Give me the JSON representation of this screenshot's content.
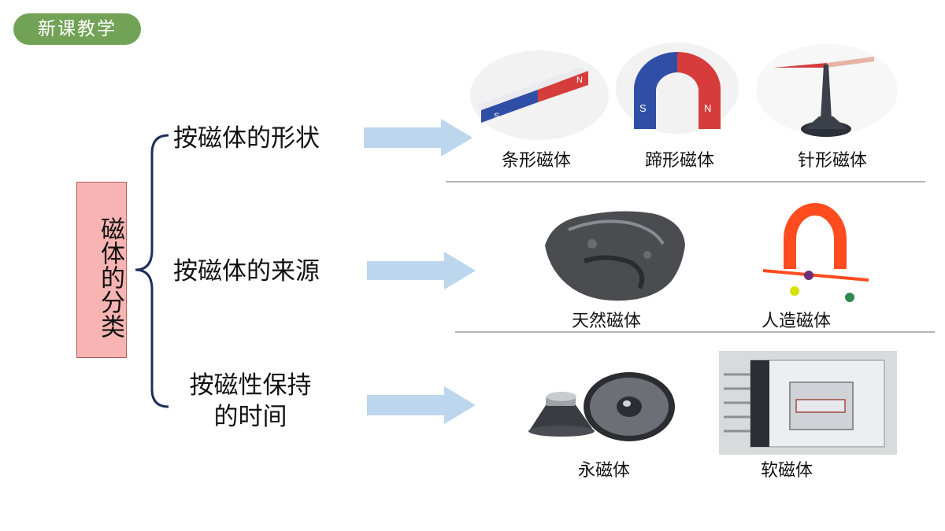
{
  "badge": {
    "label": "新课教学"
  },
  "root": {
    "label": "磁体的分类"
  },
  "branches": [
    {
      "label": "按磁体的形状"
    },
    {
      "label": "按磁体的来源"
    },
    {
      "label_line1": "按磁性保持",
      "label_line2": "的时间"
    }
  ],
  "items": {
    "bar_magnet": "条形磁体",
    "horseshoe_magnet": "蹄形磁体",
    "needle_magnet": "针形磁体",
    "natural_magnet": "天然磁体",
    "artificial_magnet": "人造磁体",
    "permanent_magnet": "永磁体",
    "soft_magnet": "软磁体"
  },
  "colors": {
    "badge": "#71a256",
    "root_fill": "#f7b4b3",
    "brace": "#1f2f5a",
    "arrow": "#bcd6ee",
    "divider": "#888888"
  }
}
